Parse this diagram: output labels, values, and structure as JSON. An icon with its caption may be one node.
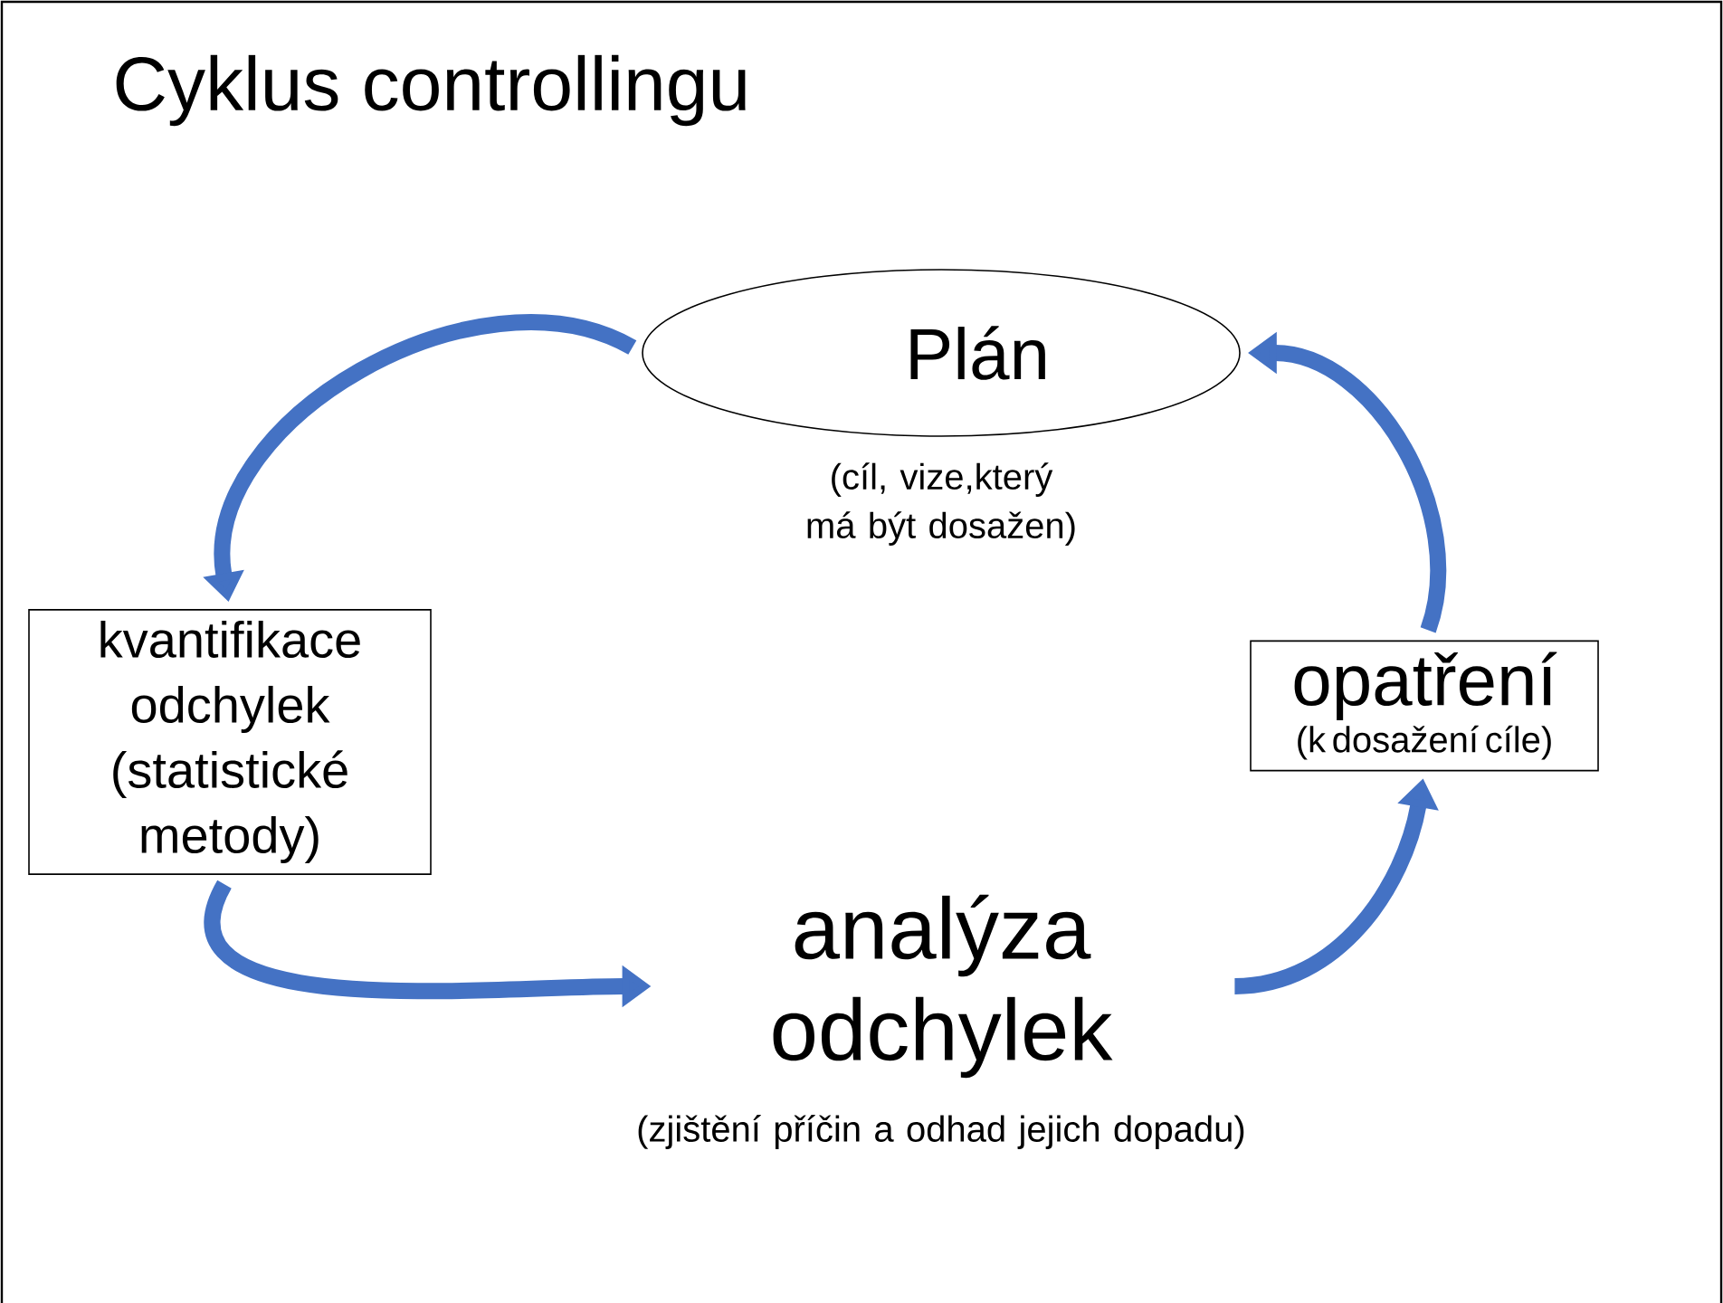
{
  "diagram": {
    "title": "Cyklus controllingu",
    "nodes": [
      {
        "text": [
          "Plán"
        ],
        "beside": [
          "(cíl, vize,který má být dosažen)"
        ]
      },
      {
        "text": [
          "kvantifikace odchylek (statistické metody)"
        ]
      },
      {
        "text": [
          "analýza odchylek"
        ],
        "beside": [
          "(zjištění příčin a odhad jejich dopadu)"
        ]
      },
      {
        "text": [
          "opatření",
          "(k dosažení cíle)"
        ]
      }
    ],
    "edges": [
      {
        "from": 0,
        "to": 1,
        "arrow": "to"
      },
      {
        "from": 1,
        "to": 2,
        "arrow": "to"
      },
      {
        "from": 2,
        "to": 3,
        "arrow": "to"
      },
      {
        "from": 3,
        "to": 0,
        "arrow": "to"
      }
    ]
  }
}
